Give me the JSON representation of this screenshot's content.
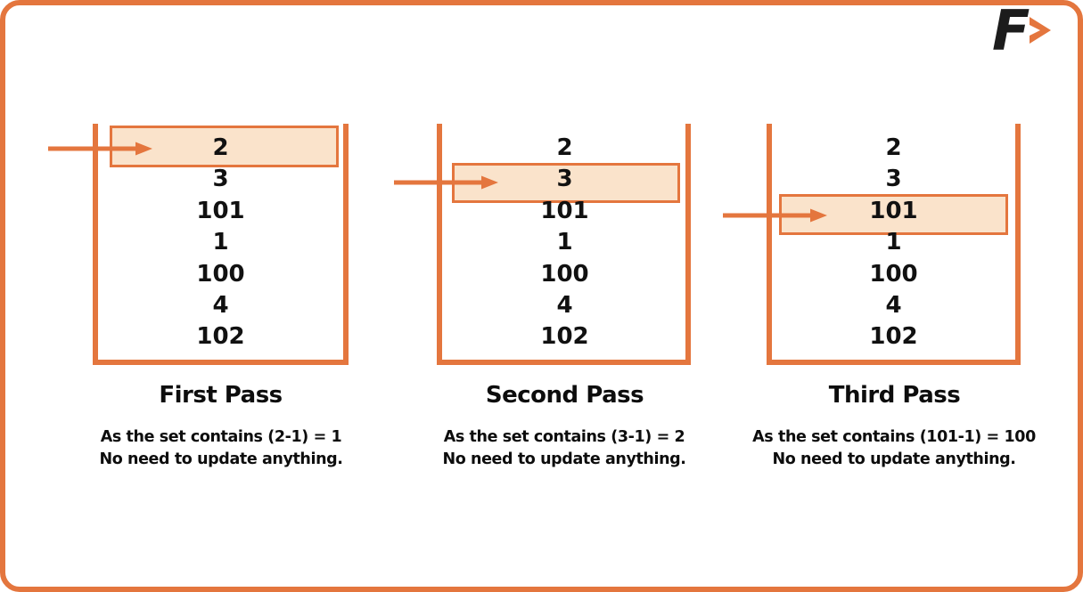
{
  "colors": {
    "accent_orange": "#E4763E",
    "highlight_fill": "#FAE3CB",
    "text": "#111111",
    "logo_black": "#1C1C1C"
  },
  "logo": {
    "letter": "F",
    "arrow_icon": "right-chevron"
  },
  "panels": [
    {
      "title": "First Pass",
      "values": [
        "2",
        "3",
        "101",
        "1",
        "100",
        "4",
        "102"
      ],
      "highlight_index": 0,
      "highlighted_value": "2",
      "caption": [
        "As the set contains (2-1) = 1",
        "No need to update anything."
      ]
    },
    {
      "title": "Second Pass",
      "values": [
        "2",
        "3",
        "101",
        "1",
        "100",
        "4",
        "102"
      ],
      "highlight_index": 1,
      "highlighted_value": "3",
      "caption": [
        "As the set contains (3-1) = 2",
        "No need to update anything."
      ]
    },
    {
      "title": "Third Pass",
      "values": [
        "2",
        "3",
        "101",
        "1",
        "100",
        "4",
        "102"
      ],
      "highlight_index": 2,
      "highlighted_value": "101",
      "caption": [
        "As the set contains (101-1) = 100",
        "No need to update anything."
      ]
    }
  ]
}
